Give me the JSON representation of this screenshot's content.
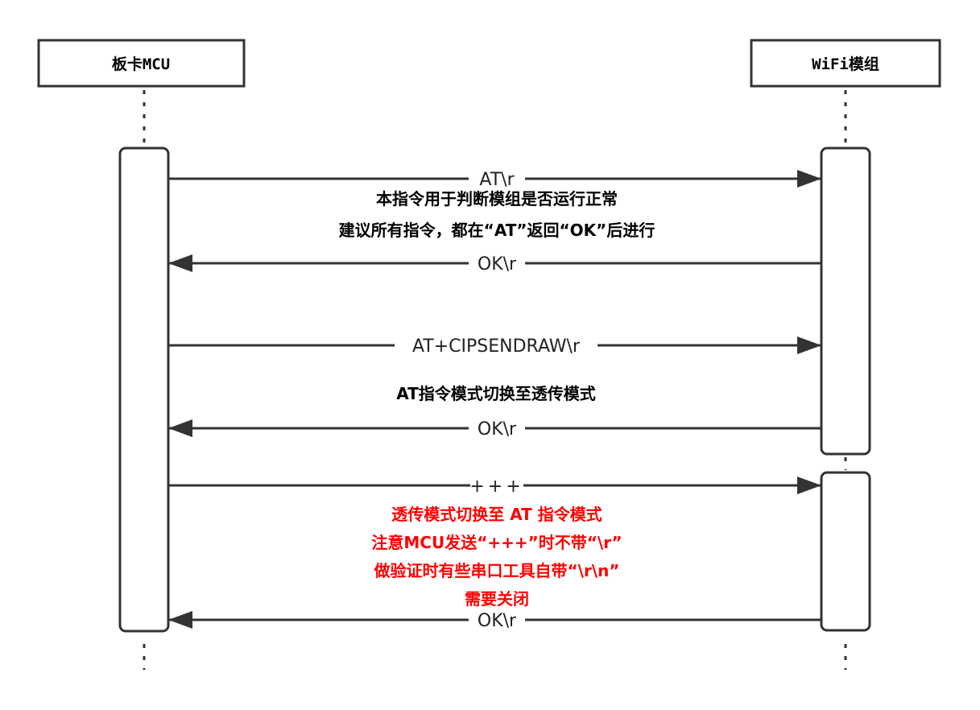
{
  "colors": {
    "line": "#333333",
    "text": "#000000",
    "highlight": "#ff0000",
    "background": "#ffffff"
  },
  "actors": {
    "mcu": "板卡MCU",
    "wifi": "WiFi模组"
  },
  "messages": [
    {
      "label": "AT\\r"
    },
    {
      "label": "OK\\r"
    },
    {
      "label": "AT+CIPSENDRAW\\r"
    },
    {
      "label": "OK\\r"
    },
    {
      "label": "+++"
    },
    {
      "label": "OK\\r"
    }
  ],
  "notes": {
    "n1": [
      "本指令用于判断模组是否运行正常",
      "建议所有指令，都在“AT”返回“OK”后进行"
    ],
    "n2": [
      "AT指令模式切换至透传模式"
    ],
    "n3": [
      "透传模式切换至 AT 指令模式",
      "注意MCU发送“+++”时不带“\\r”",
      "做验证时有些串口工具自带“\\r\\n”",
      "需要关闭"
    ]
  }
}
